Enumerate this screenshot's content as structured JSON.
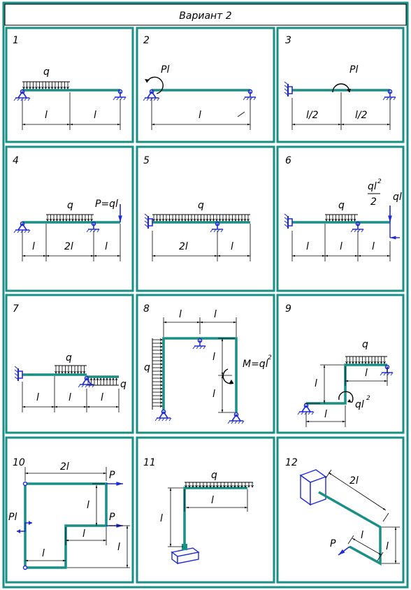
{
  "title": "Вариант  2",
  "colors": {
    "frame": "#1a8f86",
    "beam": "#1a8f86",
    "support": "#1e2bd6",
    "ink": "#000000"
  },
  "panels": [
    {
      "number": "1",
      "labels": {
        "load": "q",
        "span1": "l",
        "span2": "l"
      }
    },
    {
      "number": "2",
      "labels": {
        "moment": "Pl",
        "span": "l"
      }
    },
    {
      "number": "3",
      "labels": {
        "moment": "Pl",
        "span1": "l/2",
        "span2": "l/2"
      }
    },
    {
      "number": "4",
      "labels": {
        "load": "q",
        "force": "P=ql",
        "span1": "l",
        "span2": "2l",
        "span3": "l"
      }
    },
    {
      "number": "5",
      "labels": {
        "load": "q",
        "span1": "2l",
        "span2": "l"
      }
    },
    {
      "number": "6",
      "labels": {
        "load": "q",
        "moment_num": "ql",
        "moment_exp": "2",
        "moment_den": "2",
        "force": "ql",
        "span1": "l",
        "span2": "l",
        "span3": "l"
      }
    },
    {
      "number": "7",
      "labels": {
        "load1": "q",
        "load2": "q",
        "span1": "l",
        "span2": "l",
        "span3": "l"
      }
    },
    {
      "number": "8",
      "labels": {
        "load": "q",
        "moment": "M=ql",
        "moment_exp": "2",
        "top1": "l",
        "top2": "l",
        "side1": "l",
        "side2": "l"
      }
    },
    {
      "number": "9",
      "labels": {
        "load": "q",
        "moment": "ql",
        "moment_exp": "2",
        "height": "l",
        "top": "l",
        "bottom": "l"
      }
    },
    {
      "number": "10",
      "labels": {
        "top": "2l",
        "force1": "P",
        "force2": "P",
        "moment": "Pl",
        "vert1": "l",
        "vert2": "l",
        "bottom": "l",
        "mid": "l"
      }
    },
    {
      "number": "11",
      "labels": {
        "load": "q",
        "height": "l",
        "span": "l"
      }
    },
    {
      "number": "12",
      "labels": {
        "diag": "2l",
        "force": "P",
        "short": "l",
        "height": "l"
      }
    }
  ]
}
